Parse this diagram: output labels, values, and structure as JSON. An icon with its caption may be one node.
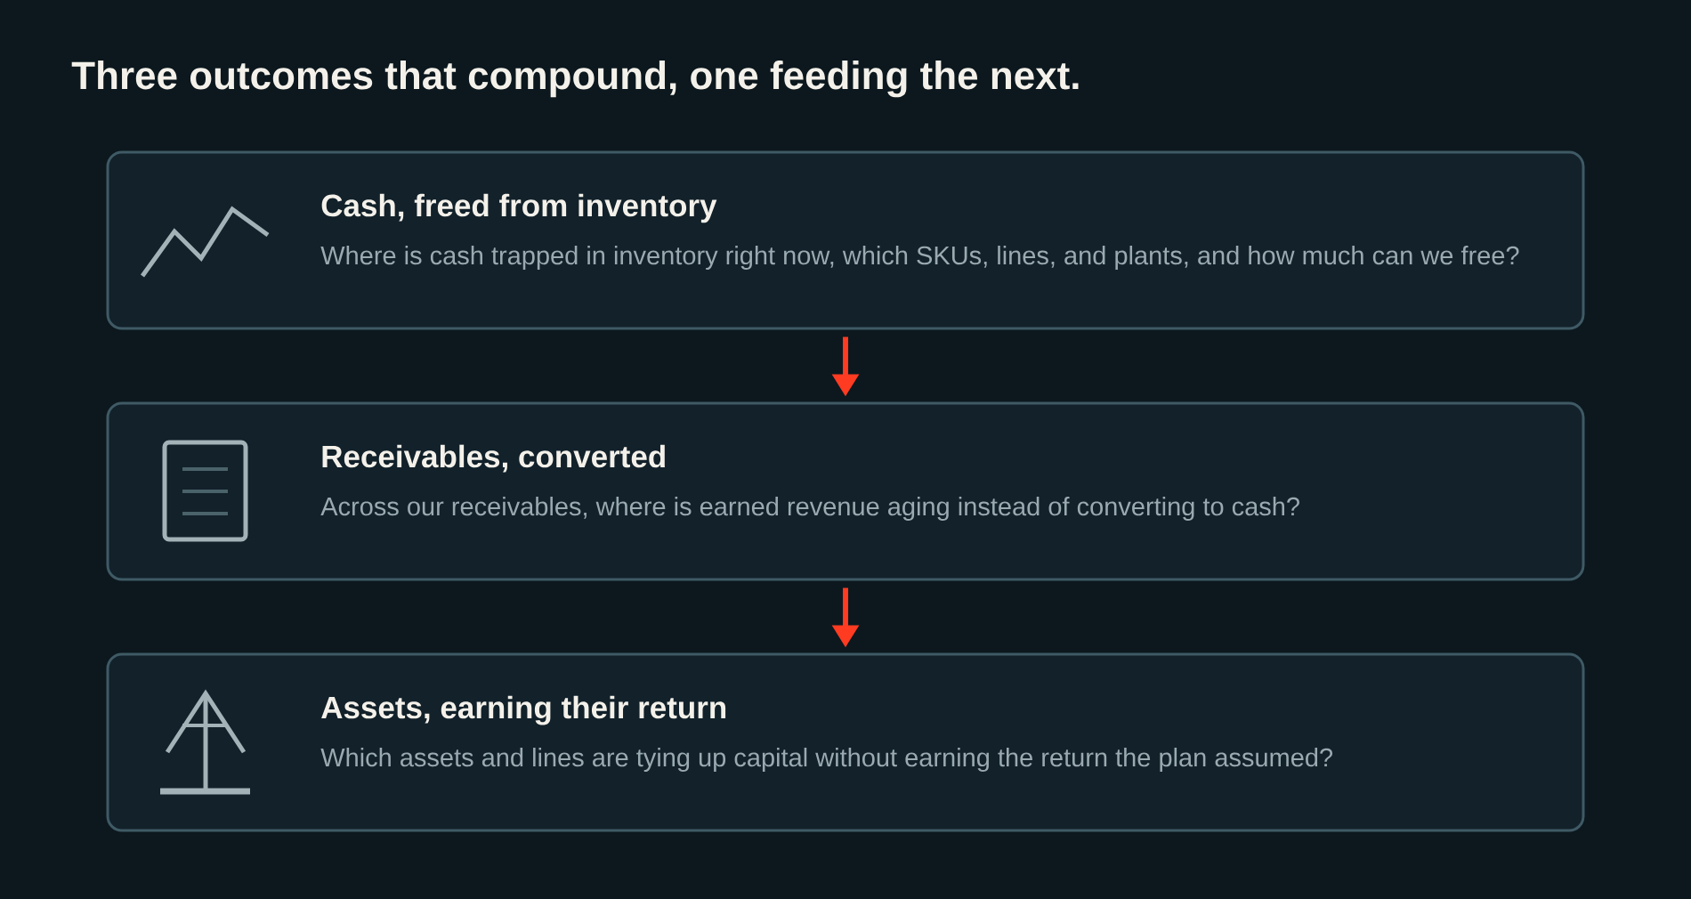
{
  "diagram": {
    "title": "Three outcomes that compound, one feeding the next.",
    "nodes": [
      {
        "text": [
          "Cash, freed from inventory",
          "Where is cash trapped in inventory right now, which SKUs, lines, and plants, and how much can we free?"
        ]
      },
      {
        "text": [
          "Receivables, converted",
          "Across our receivables, where is earned revenue aging instead of converting to cash?"
        ]
      },
      {
        "text": [
          "Assets, earning their return",
          "Which assets and lines are tying up capital without earning the return the plan assumed?"
        ]
      }
    ],
    "edges": [
      {
        "from": 0,
        "to": 1,
        "arrow": "to"
      },
      {
        "from": 1,
        "to": 2,
        "arrow": "to"
      }
    ]
  }
}
